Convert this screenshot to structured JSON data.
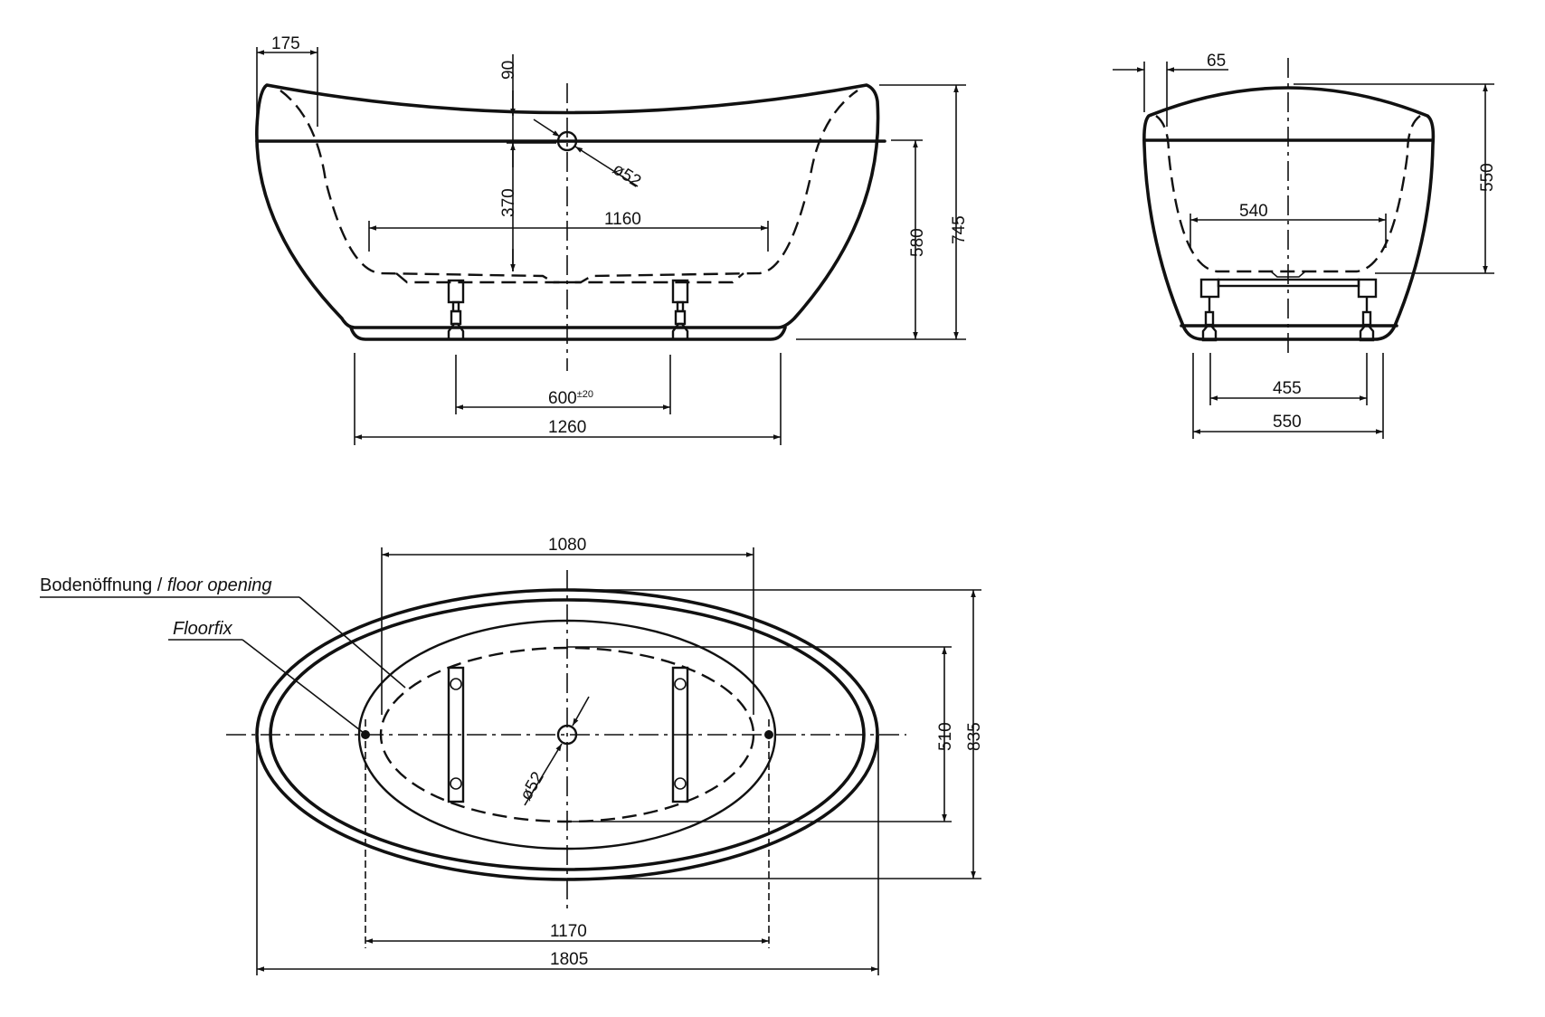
{
  "drawing": {
    "subject": "freestanding oval bathtub technical drawing",
    "colors": {
      "line": "#111111",
      "background": "#ffffff"
    }
  },
  "front_view": {
    "dims": {
      "rim_overhang": "175",
      "rim_dip": "90",
      "overflow_height": "370",
      "drain_diameter": "ø52",
      "inner_floor_length": "1160",
      "rim_height": "580",
      "total_height": "745",
      "feet_spacing": "600",
      "feet_spacing_tol": "±20",
      "base_length": "1260"
    }
  },
  "side_view": {
    "dims": {
      "rim_overhang": "65",
      "inner_floor_width": "540",
      "height": "550",
      "feet_spacing": "455",
      "base_width": "550"
    }
  },
  "plan_view": {
    "labels": {
      "floor_opening_de": "Bodenöffnung /",
      "floor_opening_en": "floor opening",
      "floorfix": "Floorfix"
    },
    "dims": {
      "inner_top_length": "1080",
      "floor_opening_width": "510",
      "total_width": "835",
      "floorfix_spacing": "1170",
      "total_length": "1805",
      "drain_diameter": "ø52"
    }
  }
}
